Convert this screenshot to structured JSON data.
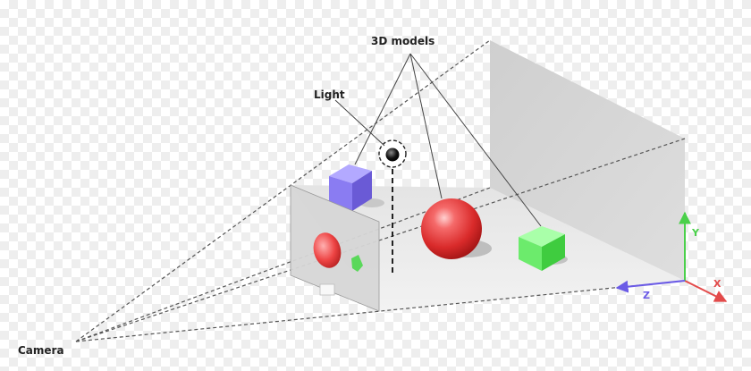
{
  "labels": {
    "models": "3D models",
    "light": "Light",
    "camera": "Camera"
  },
  "axes": {
    "x": "X",
    "y": "Y",
    "z": "Z"
  },
  "colors": {
    "x_axis": "#e34a4a",
    "y_axis": "#4ad04a",
    "z_axis": "#6b5be6",
    "cube_blue": "#8c7cf0",
    "sphere": "#e23a3a",
    "cube_green": "#5ce25c"
  }
}
